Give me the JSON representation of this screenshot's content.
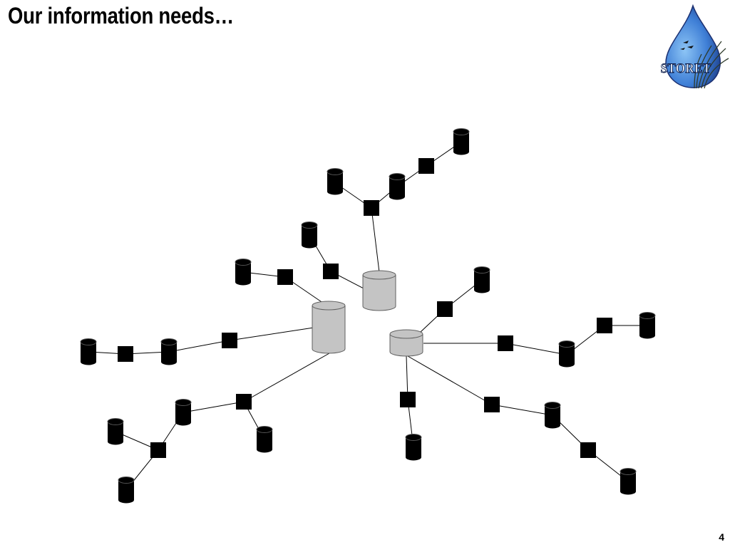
{
  "slide": {
    "title": "Our information needs…",
    "page_number": "4"
  },
  "logo": {
    "text": "STORET",
    "colors": {
      "drop_dark": "#1b3a8c",
      "drop_light": "#5fa2e8",
      "reeds": "#2f3b2c"
    }
  },
  "colors": {
    "hub_fill": "#c4c4c4",
    "hub_stroke": "#606060",
    "node_fill": "#000000",
    "link_stroke": "#000000",
    "background": "#ffffff"
  },
  "icons": {
    "hub": "gray-database-cylinder-icon",
    "database": "black-database-cylinder-icon",
    "system": "black-square-node-icon"
  }
}
